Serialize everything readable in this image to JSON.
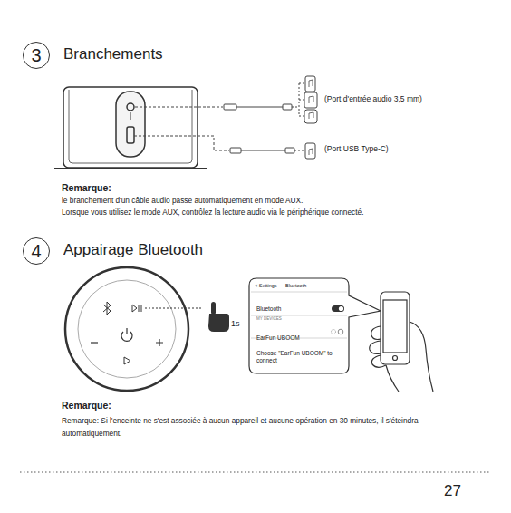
{
  "diagram": {
    "nodes": [
      {
        "text": [
          "3",
          "Branchements"
        ]
      },
      {
        "text": [
          "4",
          "Appairage Bluetooth"
        ]
      },
      {
        "text": [
          "< Settings",
          "Bluetooth",
          "Bluetooth",
          "MY DEVICES",
          "EarFun UBOOM",
          "Choose \"EarFun UBOOM\" to connect"
        ]
      }
    ],
    "labels": [
      "(Port d'entrée audio 3,5 mm)",
      "(Port USB Type-C)",
      "Remarque:",
      "le branchement d'un câble audio passe automatiquement en mode AUX.",
      "Lorsque vous utilisez le mode AUX, contrôlez la lecture audio via le périphérique connecté.",
      "1s",
      "Remarque:",
      "Remarque: Si l'enceinte ne s'est associée à aucun appareil et aucune opération en 30 minutes, il s'éteindra automatiquement.",
      "27"
    ]
  }
}
